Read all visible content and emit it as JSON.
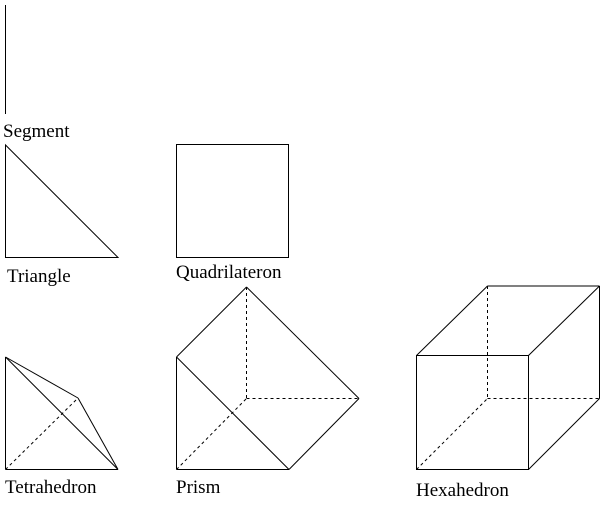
{
  "labels": {
    "segment": "Segment",
    "triangle": "Triangle",
    "quadrilateron": "Quadrilateron",
    "tetrahedron": "Tetrahedron",
    "prism": "Prism",
    "hexahedron": "Hexahedron"
  },
  "colors": {
    "stroke": "#000000",
    "background": "#ffffff"
  },
  "line_styles": {
    "hidden_edges": "dashed",
    "visible_edges": "solid"
  }
}
